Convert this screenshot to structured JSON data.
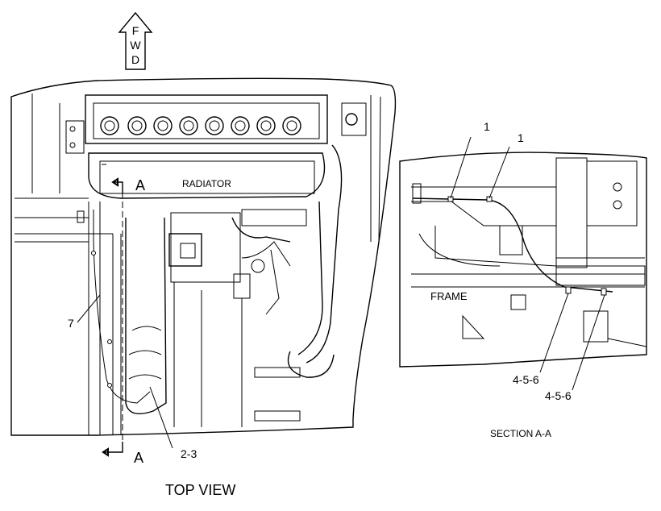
{
  "fwd_arrow": {
    "letters": [
      "F",
      "W",
      "D"
    ]
  },
  "top_view": {
    "radiator_label": "RADIATOR",
    "section_mark_top": "A",
    "section_mark_bottom": "A",
    "callout_7": "7",
    "callout_2_3": "2-3",
    "title": "TOP VIEW"
  },
  "section_view": {
    "callout_1_left": "1",
    "callout_1_right": "1",
    "frame_label": "FRAME",
    "callout_456_left": "4-5-6",
    "callout_456_right": "4-5-6",
    "title": "SECTION A-A"
  }
}
